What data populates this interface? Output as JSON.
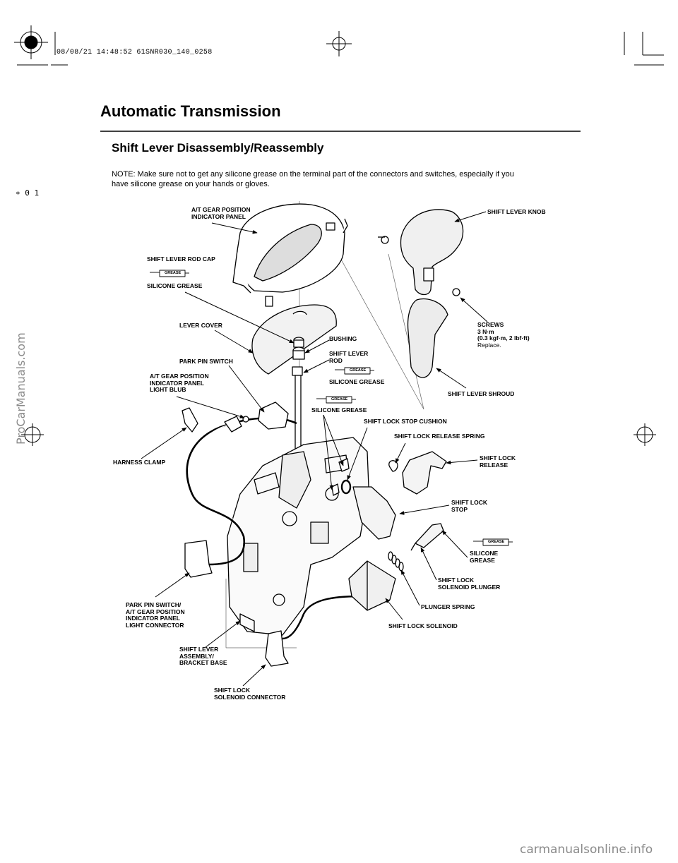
{
  "header": {
    "print_stamp": "08/08/21 14:48:52 61SNR030_140_0258",
    "page_title": "Automatic Transmission",
    "section_title": "Shift Lever Disassembly/Reassembly",
    "margin_marker": "∗ 0 1"
  },
  "note": {
    "line1": "NOTE: Make sure not to get any silicone grease on the terminal part of the connectors and switches, especially if you",
    "line2": "have silicone grease on your hands or gloves."
  },
  "labels": {
    "at_gear_panel": "A/T GEAR POSITION\nINDICATOR PANEL",
    "shift_lever_knob": "SHIFT LEVER KNOB",
    "shift_lever_rod_cap": "SHIFT LEVER ROD CAP",
    "silicone_grease_1": "SILICONE GREASE",
    "lever_cover": "LEVER COVER",
    "bushing": "BUSHING",
    "screws": "SCREWS\n3 N·m\n(0.3 kgf·m, 2 lbf·ft)",
    "screws_replace": "Replace.",
    "park_pin_switch": "PARK PIN SWITCH",
    "shift_lever_rod": "SHIFT LEVER\nROD",
    "at_gear_light_bulb": "A/T GEAR POSITION\nINDICATOR PANEL\nLIGHT BLUB",
    "silicone_grease_2": "SILICONE GREASE",
    "shift_lever_shroud": "SHIFT LEVER SHROUD",
    "silicone_grease_3": "SILICONE GREASE",
    "shift_lock_stop_cushion": "SHIFT LOCK STOP CUSHION",
    "shift_lock_release_spring": "SHIFT LOCK RELEASE SPRING",
    "harness_clamp": "HARNESS CLAMP",
    "shift_lock_release": "SHIFT LOCK\nRELEASE",
    "shift_lock_stop": "SHIFT LOCK\nSTOP",
    "silicone_grease_4": "SILICONE\nGREASE",
    "shift_lock_solenoid_plunger": "SHIFT LOCK\nSOLENOID PLUNGER",
    "park_pin_switch_connector": "PARK PIN SWITCH/\nA/T GEAR POSITION\nINDICATOR PANEL\nLIGHT CONNECTOR",
    "plunger_spring": "PLUNGER SPRING",
    "shift_lock_solenoid": "SHIFT LOCK SOLENOID",
    "shift_lever_assembly": "SHIFT LEVER\nASSEMBLY/\nBRACKET BASE",
    "shift_lock_solenoid_connector": "SHIFT LOCK\nSOLENOID CONNECTOR"
  },
  "grease_tag": "GREASE",
  "watermarks": {
    "side": "ProCarManuals.com",
    "footer": "carmanualsonline.info"
  }
}
